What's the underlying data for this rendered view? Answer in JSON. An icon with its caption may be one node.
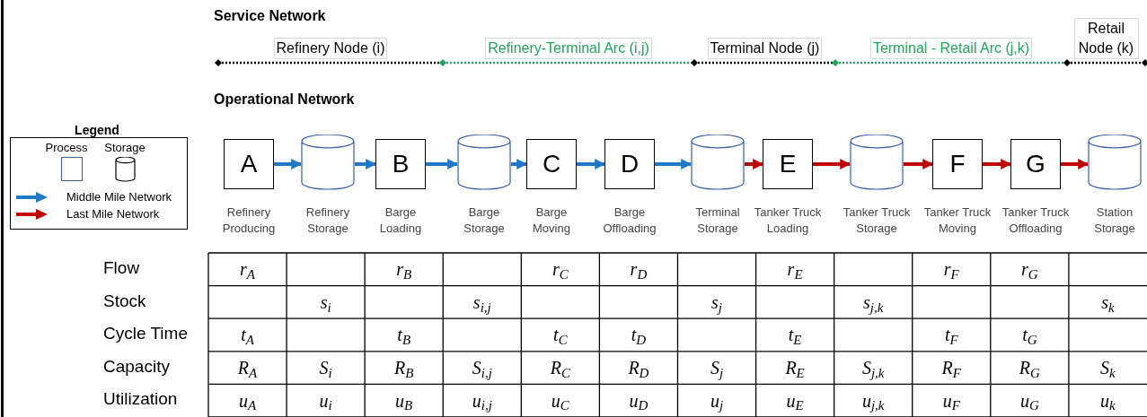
{
  "diagram": {
    "nodes": [
      {
        "text": [
          "A"
        ],
        "beside": [
          "Refinery Producing"
        ]
      },
      {
        "text": [],
        "shape": "cylinder",
        "beside": [
          "Refinery Storage"
        ]
      },
      {
        "text": [
          "B"
        ],
        "beside": [
          "Barge Loading"
        ]
      },
      {
        "text": [],
        "shape": "cylinder",
        "beside": [
          "Barge Storage"
        ]
      },
      {
        "text": [
          "C"
        ],
        "beside": [
          "Barge Moving"
        ]
      },
      {
        "text": [
          "D"
        ],
        "beside": [
          "Barge Offloading"
        ]
      },
      {
        "text": [],
        "shape": "cylinder",
        "beside": [
          "Terminal Storage"
        ]
      },
      {
        "text": [
          "E"
        ],
        "beside": [
          "Tanker Truck Loading"
        ]
      },
      {
        "text": [],
        "shape": "cylinder",
        "beside": [
          "Tanker Truck Storage"
        ]
      },
      {
        "text": [
          "F"
        ],
        "beside": [
          "Tanker Truck Moving"
        ]
      },
      {
        "text": [
          "G"
        ],
        "beside": [
          "Tanker Truck Offloading"
        ]
      },
      {
        "text": [],
        "shape": "cylinder",
        "beside": [
          "Station Storage"
        ]
      }
    ],
    "edges": [
      {
        "from": 0,
        "to": 1,
        "arrow": "to"
      },
      {
        "from": 1,
        "to": 2,
        "arrow": "to"
      },
      {
        "from": 2,
        "to": 3,
        "arrow": "to"
      },
      {
        "from": 3,
        "to": 4,
        "arrow": "to"
      },
      {
        "from": 4,
        "to": 5,
        "arrow": "to"
      },
      {
        "from": 5,
        "to": 6,
        "arrow": "to"
      },
      {
        "from": 6,
        "to": 7,
        "arrow": "to",
        "color": "#c00000"
      },
      {
        "from": 7,
        "to": 8,
        "arrow": "to",
        "color": "#c00000"
      },
      {
        "from": 8,
        "to": 9,
        "arrow": "to",
        "color": "#c00000"
      },
      {
        "from": 9,
        "to": 10,
        "arrow": "to",
        "color": "#c00000"
      },
      {
        "from": 10,
        "to": 11,
        "arrow": "to",
        "color": "#c00000"
      }
    ],
    "labels": [
      "Service Network",
      "Refinery Node (i)",
      "Refinery-Terminal Arc (i,j)",
      "Terminal Node (j)",
      "Terminal - Retail Arc (j,k)",
      "Retail Node (k)",
      "Operational Network",
      "Legend",
      "Flow",
      "r$_{A}$",
      "r$_{B}$",
      "r$_{C}$",
      "r$_{D}$",
      "r$_{E}$",
      "r$_{F}$",
      "r$_{G}$",
      "Stock",
      "s$_{i}$",
      "s$_{i,j}$",
      "s$_{j}$",
      "s$_{j,k}$",
      "s$_{k}$",
      "Cycle Time",
      "t$_{A}$",
      "t$_{B}$",
      "t$_{C}$",
      "t$_{D}$",
      "t$_{E}$",
      "t$_{F}$",
      "t$_{G}$",
      "Capacity",
      "R$_{A}$",
      "S$_{i}$",
      "R$_{B}$",
      "S$_{i,j}$",
      "R$_{C}$",
      "R$_{D}$",
      "S$_{j}$",
      "R$_{E}$",
      "S$_{j,k}$",
      "R$_{F}$",
      "R$_{G}$",
      "S$_{k}$",
      "Utilization",
      "u$_{A}$",
      "u$_{i}$",
      "u$_{B}$",
      "u$_{i,j}$",
      "u$_{C}$",
      "u$_{D}$",
      "u$_{j}$",
      "u$_{E}$",
      "u$_{j,k}$",
      "u$_{F}$",
      "u$_{G}$",
      "u$_{k}$"
    ],
    "legend": [
      {
        "text": "Process"
      },
      {
        "text": "Storage"
      },
      {
        "text": "Middle Mile Network"
      },
      {
        "text": "Last Mile Network"
      }
    ]
  }
}
